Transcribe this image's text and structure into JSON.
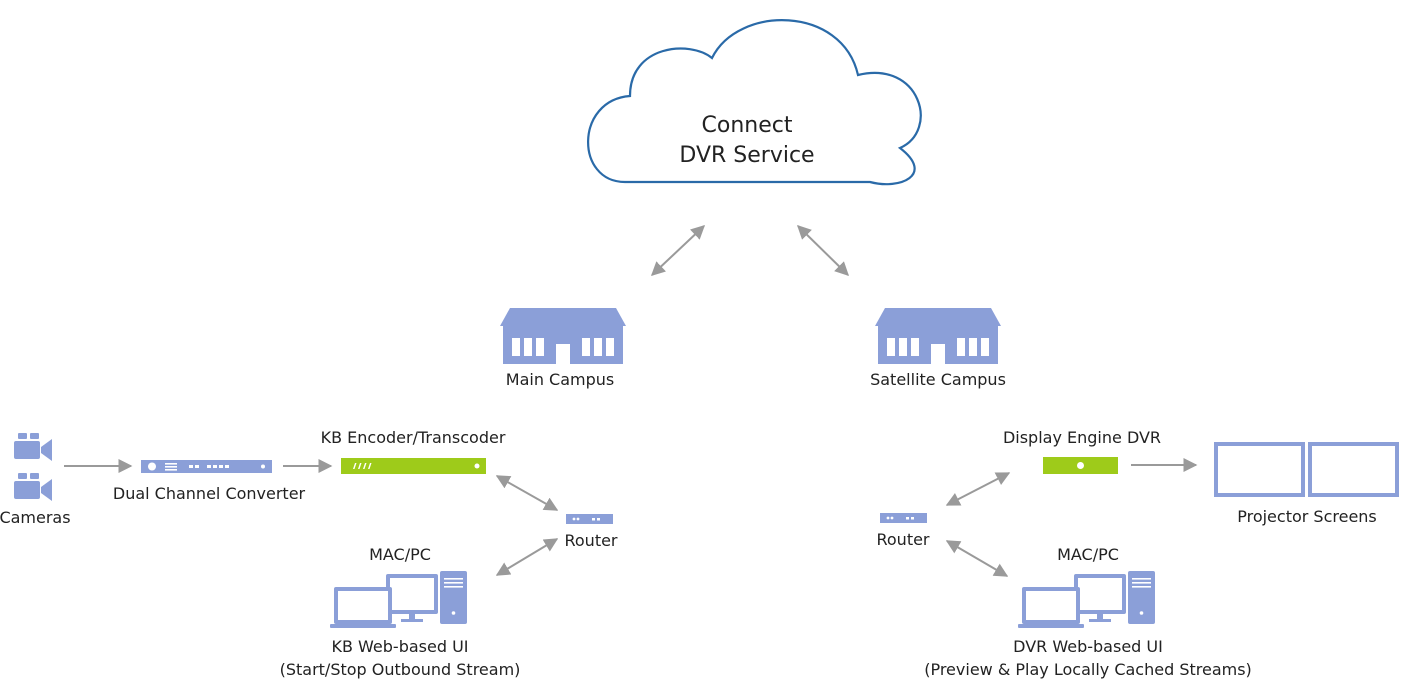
{
  "colors": {
    "device_blue": "#8b9fd8",
    "encoder_green": "#9ecb1a",
    "cloud_stroke": "#2a6aa8",
    "arrow_gray": "#9a9a9a"
  },
  "cloud": {
    "line1": "Connect",
    "line2": "DVR Service",
    "icon": "cloud-icon"
  },
  "main_campus": {
    "label": "Main Campus",
    "icon": "building-icon",
    "cameras": "Cameras",
    "converter": "Dual Channel Converter",
    "encoder": "KB Encoder/Transcoder",
    "router": "Router",
    "computer": "MAC/PC",
    "ui_line1": "KB Web-based UI",
    "ui_line2": "(Start/Stop Outbound Stream)"
  },
  "satellite_campus": {
    "label": "Satellite Campus",
    "icon": "building-icon",
    "dvr": "Display Engine DVR",
    "screens": "Projector Screens",
    "router": "Router",
    "computer": "MAC/PC",
    "ui_line1": "DVR Web-based UI",
    "ui_line2": "(Preview & Play Locally Cached Streams)"
  }
}
